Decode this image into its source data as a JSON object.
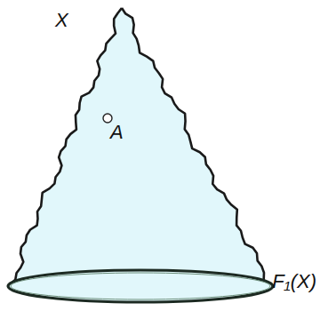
{
  "diagram": {
    "labels": [
      "X",
      "A",
      "F₁(X)"
    ]
  }
}
